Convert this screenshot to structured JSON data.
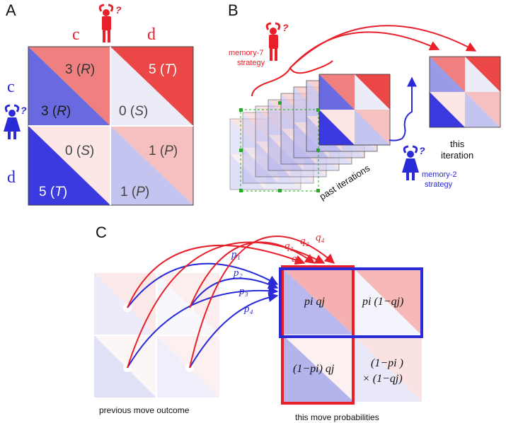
{
  "panel_a": {
    "letter": "A",
    "col_labels": [
      "c",
      "d"
    ],
    "row_labels": [
      "c",
      "d"
    ],
    "cells": {
      "cc_top": {
        "value": "3",
        "code": "R"
      },
      "cc_bottom": {
        "value": "3",
        "code": "R"
      },
      "cd_top": {
        "value": "5",
        "code": "T"
      },
      "cd_bottom": {
        "value": "0",
        "code": "S"
      },
      "dc_top": {
        "value": "0",
        "code": "S"
      },
      "dc_bottom": {
        "value": "5",
        "code": "T"
      },
      "dd_top": {
        "value": "1",
        "code": "P"
      },
      "dd_bottom": {
        "value": "1",
        "code": "P"
      }
    }
  },
  "panel_b": {
    "letter": "B",
    "red_strategy_label": [
      "memory-7",
      "strategy"
    ],
    "blue_strategy_label": [
      "memory-2",
      "strategy"
    ],
    "past_label": "past iterations",
    "this_label": [
      "this",
      "iteration"
    ]
  },
  "panel_c": {
    "letter": "C",
    "p_labels": [
      "p1",
      "p2",
      "p3",
      "p4"
    ],
    "q_labels": [
      "q1",
      "q3",
      "q2",
      "q4"
    ],
    "cell_cc": "pi qj",
    "cell_cd": "pi (1−qj)",
    "cell_dc": "(1−pi) qj",
    "cell_dd_line1": "(1−pi )",
    "cell_dd_line2": "× (1−qj)",
    "prev_caption": "previous move outcome",
    "this_caption": "this move probabilities"
  },
  "colors": {
    "red": "#e8202a",
    "blue": "#2a2ad8",
    "deep_blue": "#3a3ae0",
    "mid_blue": "#6a6ae0",
    "pale_blue": "#c4c4f0",
    "salmon": "#f08080",
    "light_salmon": "#f7c0c0",
    "bright_red": "#ec4747"
  }
}
